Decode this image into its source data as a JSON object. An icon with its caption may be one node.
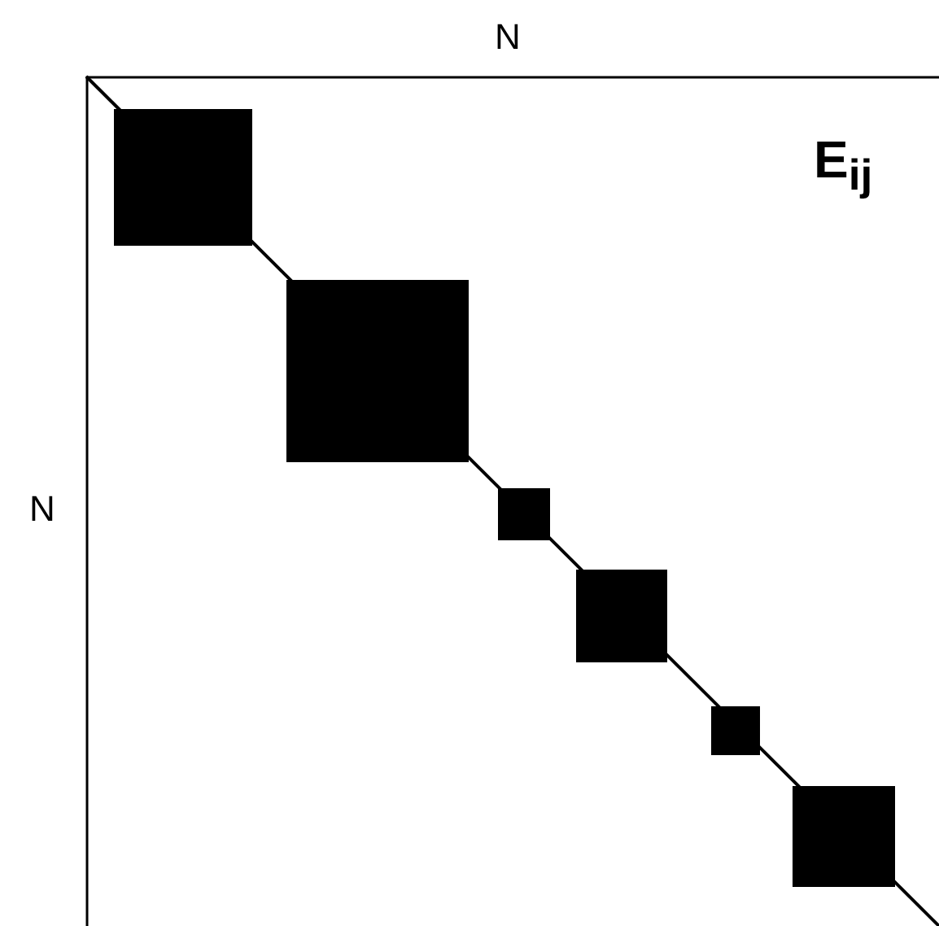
{
  "diagram": {
    "labels": [
      "N",
      "N",
      "E$_{ij}$"
    ]
  }
}
